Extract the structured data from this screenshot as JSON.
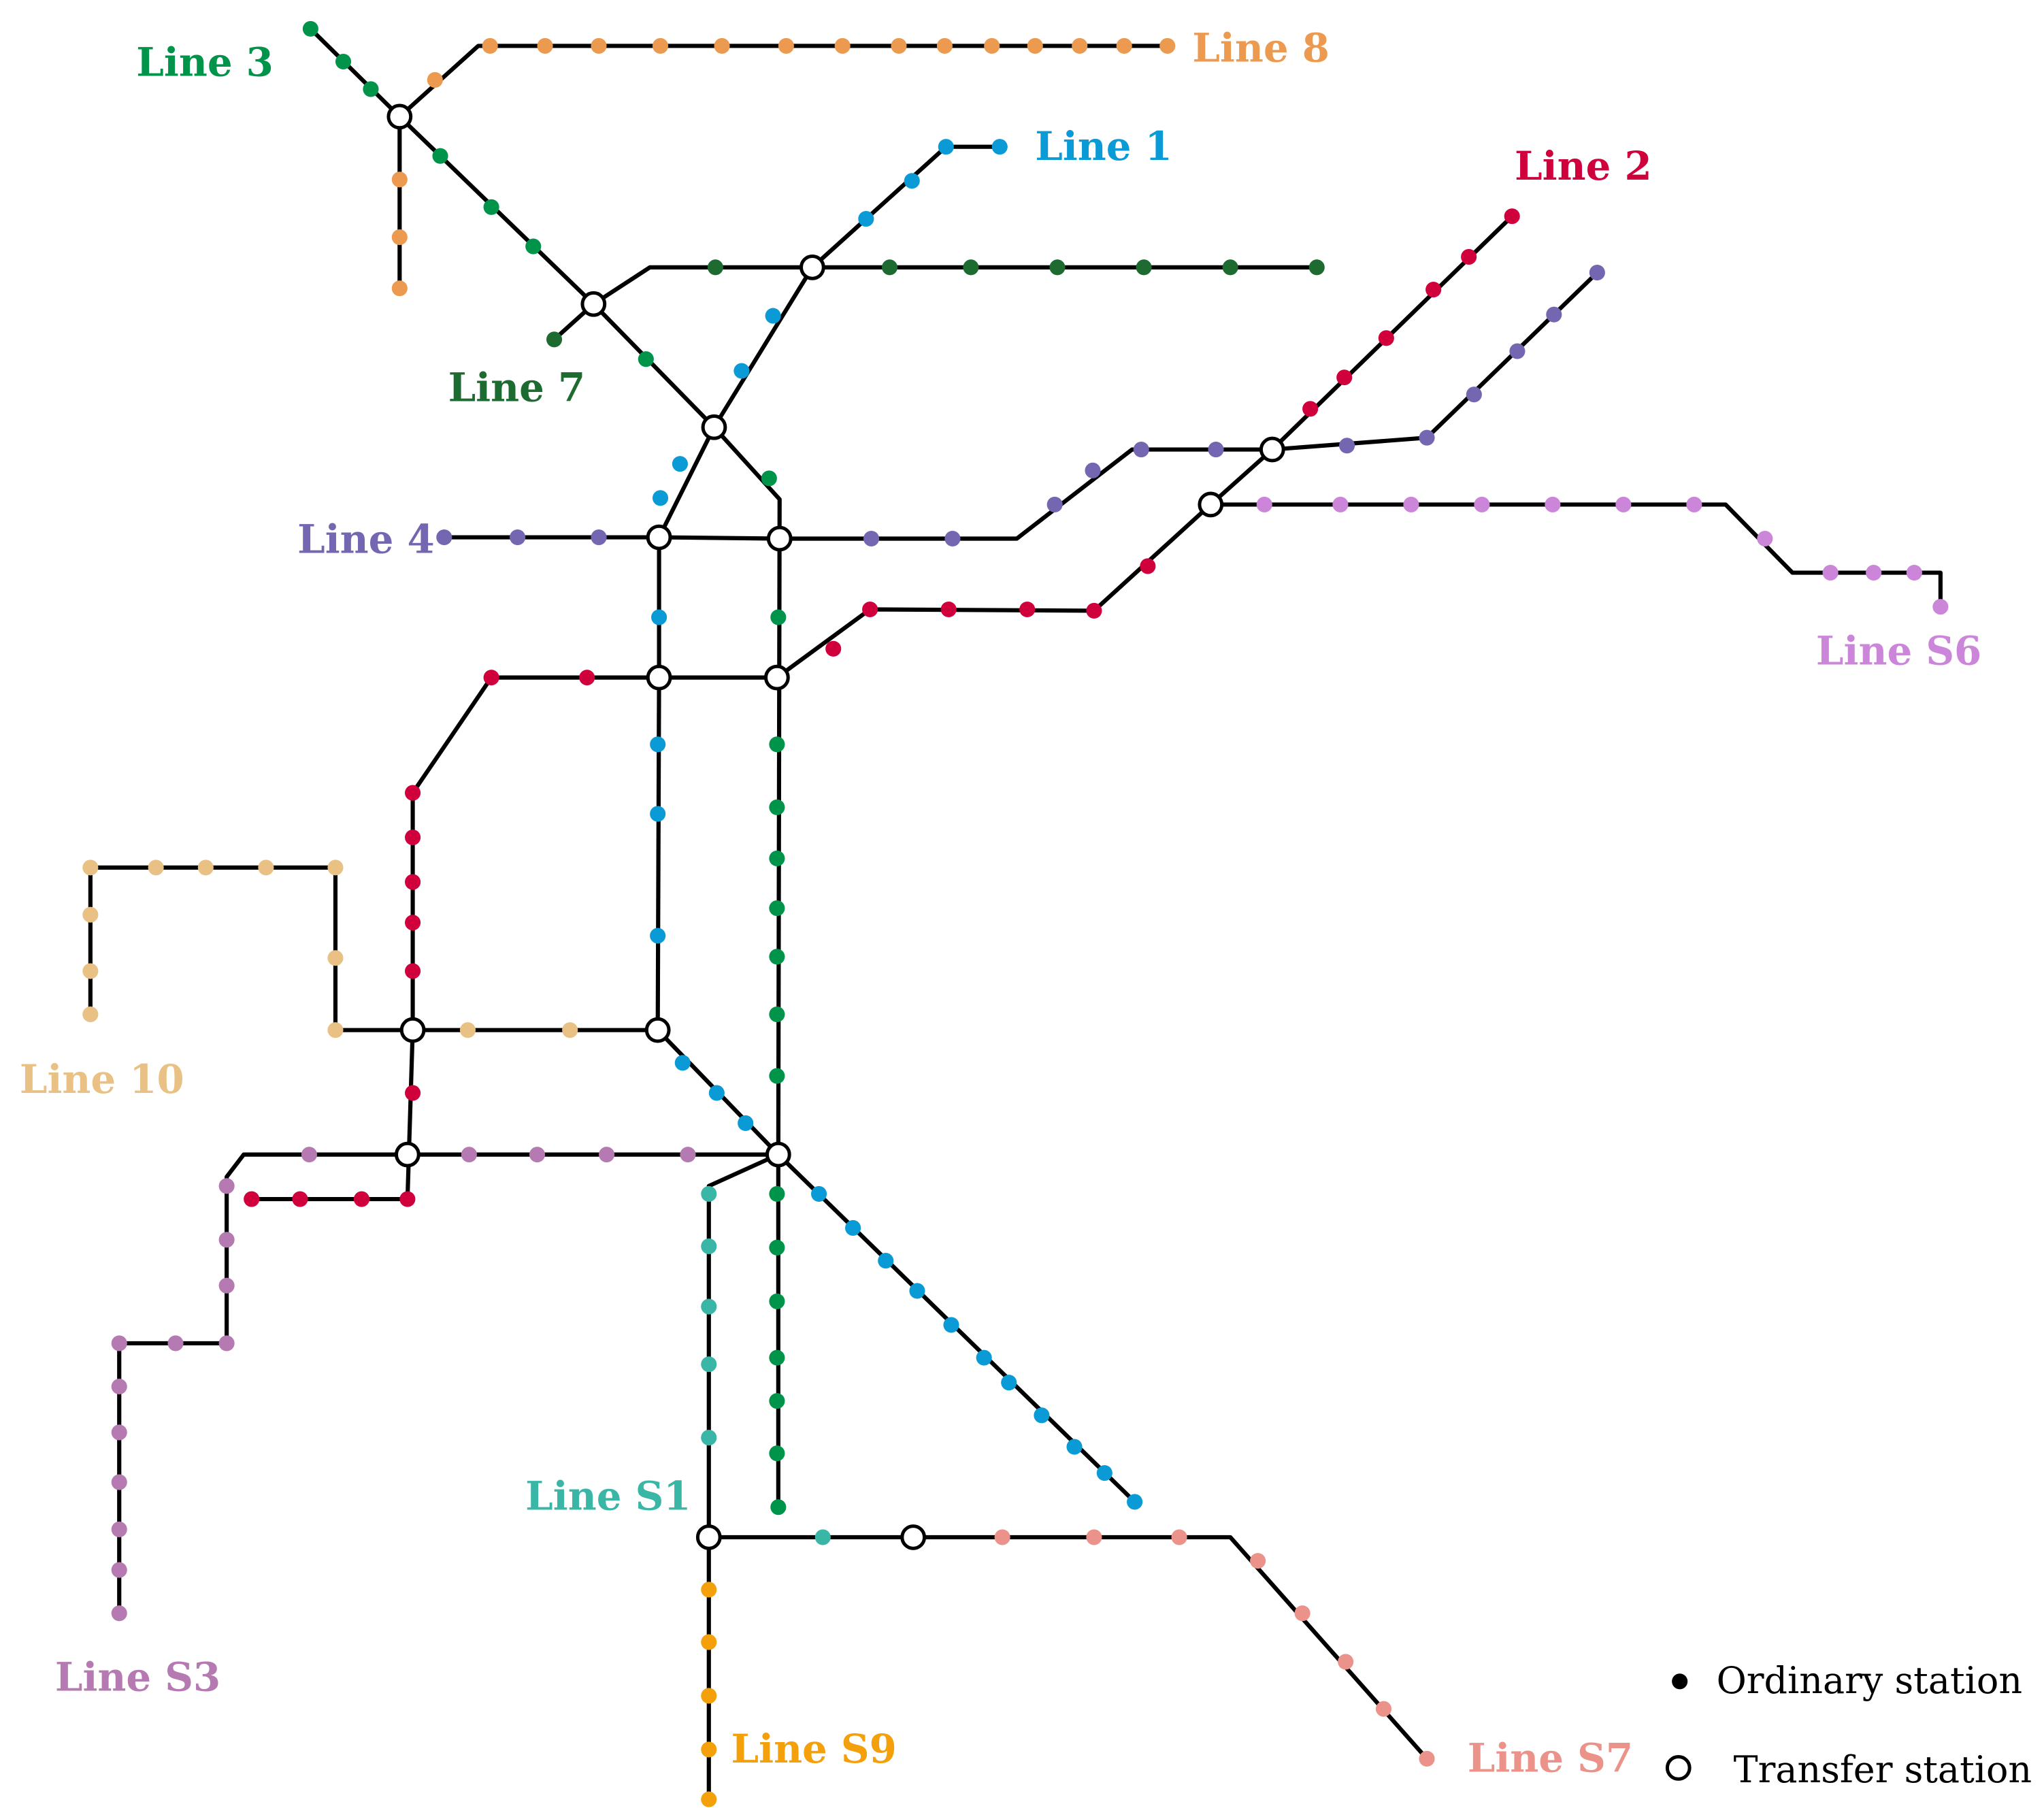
{
  "lines": [
    {
      "id": "line-1",
      "label": "Line 1",
      "color": "#0a9ad6",
      "path": [
        [
          763,
          112
        ],
        [
          722,
          112
        ],
        [
          620,
          204
        ],
        [
          545,
          326
        ],
        [
          503,
          410
        ],
        [
          503,
          517
        ],
        [
          502,
          786
        ],
        [
          594,
          881
        ],
        [
          866,
          1146
        ]
      ],
      "stations": [
        [
          763,
          112
        ],
        [
          722,
          112
        ],
        [
          696,
          138
        ],
        [
          661,
          167
        ],
        [
          590,
          241
        ],
        [
          566,
          283
        ],
        [
          519,
          354
        ],
        [
          504,
          380
        ],
        [
          503,
          471
        ],
        [
          502,
          568
        ],
        [
          502,
          621
        ],
        [
          502,
          714
        ],
        [
          521,
          811
        ],
        [
          547,
          834
        ],
        [
          569,
          857
        ],
        [
          625,
          911
        ],
        [
          651,
          937
        ],
        [
          676,
          962
        ],
        [
          700,
          985
        ],
        [
          726,
          1011
        ],
        [
          751,
          1036
        ],
        [
          770,
          1055
        ],
        [
          795,
          1080
        ],
        [
          820,
          1104
        ],
        [
          843,
          1124
        ],
        [
          866,
          1146
        ]
      ]
    },
    {
      "id": "line-2",
      "label": "Line 2",
      "color": "#d0003d",
      "path": [
        [
          1154,
          165
        ],
        [
          971,
          343
        ],
        [
          924,
          385
        ],
        [
          835,
          466
        ],
        [
          664,
          465
        ],
        [
          593,
          517
        ],
        [
          375,
          517
        ],
        [
          315,
          605
        ],
        [
          315,
          786
        ],
        [
          311,
          915
        ],
        [
          192,
          915
        ]
      ],
      "stations": [
        [
          1154,
          165
        ],
        [
          1121,
          196
        ],
        [
          1094,
          221
        ],
        [
          1058,
          258
        ],
        [
          1026,
          288
        ],
        [
          1000,
          312
        ],
        [
          876,
          432
        ],
        [
          835,
          466
        ],
        [
          784,
          465
        ],
        [
          724,
          465
        ],
        [
          664,
          465
        ],
        [
          636,
          495
        ],
        [
          448,
          517
        ],
        [
          375,
          517
        ],
        [
          315,
          605
        ],
        [
          315,
          639
        ],
        [
          315,
          673
        ],
        [
          315,
          704
        ],
        [
          315,
          741
        ],
        [
          315,
          834
        ],
        [
          311,
          915
        ],
        [
          276,
          915
        ],
        [
          229,
          915
        ],
        [
          192,
          915
        ]
      ]
    },
    {
      "id": "line-3",
      "label": "Line 3",
      "color": "#00944a",
      "path": [
        [
          237,
          22
        ],
        [
          305,
          89
        ],
        [
          453,
          232
        ],
        [
          545,
          326
        ],
        [
          595,
          381
        ],
        [
          594,
          881
        ],
        [
          594,
          1150
        ]
      ],
      "stations": [
        [
          237,
          22
        ],
        [
          262,
          47
        ],
        [
          283,
          68
        ],
        [
          336,
          119
        ],
        [
          375,
          158
        ],
        [
          407,
          188
        ],
        [
          493,
          274
        ],
        [
          587,
          365
        ],
        [
          594,
          471
        ],
        [
          593,
          568
        ],
        [
          593,
          616
        ],
        [
          593,
          655
        ],
        [
          593,
          693
        ],
        [
          593,
          730
        ],
        [
          593,
          774
        ],
        [
          593,
          821
        ],
        [
          593,
          911
        ],
        [
          593,
          952
        ],
        [
          593,
          993
        ],
        [
          593,
          1036
        ],
        [
          593,
          1069
        ],
        [
          593,
          1109
        ],
        [
          594,
          1150
        ]
      ]
    },
    {
      "id": "line-4",
      "label": "Line 4",
      "color": "#7566b1",
      "path": [
        [
          339,
          410
        ],
        [
          503,
          410
        ],
        [
          595,
          411
        ],
        [
          776,
          411
        ],
        [
          864,
          343
        ],
        [
          971,
          343
        ],
        [
          1089,
          334
        ],
        [
          1219,
          208
        ]
      ],
      "stations": [
        [
          339,
          410
        ],
        [
          395,
          410
        ],
        [
          457,
          410
        ],
        [
          665,
          411
        ],
        [
          727,
          411
        ],
        [
          805,
          385
        ],
        [
          834,
          359
        ],
        [
          871,
          343
        ],
        [
          928,
          343
        ],
        [
          1028,
          340
        ],
        [
          1089,
          334
        ],
        [
          1125,
          301
        ],
        [
          1158,
          268
        ],
        [
          1186,
          240
        ],
        [
          1219,
          208
        ]
      ]
    },
    {
      "id": "line-7",
      "label": "Line 7",
      "color": "#1e6b32",
      "path": [
        [
          423,
          259
        ],
        [
          453,
          232
        ],
        [
          496,
          204
        ],
        [
          620,
          204
        ],
        [
          1005,
          204
        ]
      ],
      "stations": [
        [
          423,
          259
        ],
        [
          546,
          204
        ],
        [
          679,
          204
        ],
        [
          741,
          204
        ],
        [
          807,
          204
        ],
        [
          873,
          204
        ],
        [
          939,
          204
        ],
        [
          1005,
          204
        ]
      ]
    },
    {
      "id": "line-8",
      "label": "Line 8",
      "color": "#ec9a50",
      "path": [
        [
          305,
          220
        ],
        [
          305,
          89
        ],
        [
          365,
          35
        ],
        [
          891,
          35
        ]
      ],
      "stations": [
        [
          305,
          220
        ],
        [
          305,
          181
        ],
        [
          305,
          137
        ],
        [
          332,
          61
        ],
        [
          374,
          35
        ],
        [
          416,
          35
        ],
        [
          457,
          35
        ],
        [
          504,
          35
        ],
        [
          551,
          35
        ],
        [
          600,
          35
        ],
        [
          643,
          35
        ],
        [
          686,
          35
        ],
        [
          721,
          35
        ],
        [
          757,
          35
        ],
        [
          790,
          35
        ],
        [
          824,
          35
        ],
        [
          858,
          35
        ],
        [
          891,
          35
        ]
      ]
    },
    {
      "id": "line-10",
      "label": "Line 10",
      "color": "#e9c184",
      "path": [
        [
          69,
          774
        ],
        [
          69,
          662
        ],
        [
          256,
          662
        ],
        [
          256,
          786
        ],
        [
          315,
          786
        ],
        [
          502,
          786
        ]
      ],
      "stations": [
        [
          69,
          774
        ],
        [
          69,
          741
        ],
        [
          69,
          698
        ],
        [
          69,
          662
        ],
        [
          119,
          662
        ],
        [
          157,
          662
        ],
        [
          203,
          662
        ],
        [
          256,
          662
        ],
        [
          256,
          731
        ],
        [
          256,
          786
        ],
        [
          357,
          786
        ],
        [
          435,
          786
        ]
      ]
    },
    {
      "id": "line-s1",
      "label": "Line S1",
      "color": "#3ab6a6",
      "path": [
        [
          594,
          881
        ],
        [
          541,
          905
        ],
        [
          541,
          1173
        ],
        [
          697,
          1173
        ]
      ],
      "stations": [
        [
          541,
          911
        ],
        [
          541,
          951
        ],
        [
          541,
          997
        ],
        [
          541,
          1041
        ],
        [
          541,
          1097
        ],
        [
          628,
          1173
        ]
      ]
    },
    {
      "id": "line-s3",
      "label": "Line S3",
      "color": "#b57ab1",
      "path": [
        [
          594,
          881
        ],
        [
          186,
          881
        ],
        [
          173,
          898
        ],
        [
          173,
          1025
        ],
        [
          91,
          1025
        ],
        [
          91,
          1231
        ]
      ],
      "stations": [
        [
          525,
          881
        ],
        [
          463,
          881
        ],
        [
          410,
          881
        ],
        [
          358,
          881
        ],
        [
          236,
          881
        ],
        [
          173,
          905
        ],
        [
          173,
          946
        ],
        [
          173,
          981
        ],
        [
          173,
          1025
        ],
        [
          134,
          1025
        ],
        [
          91,
          1025
        ],
        [
          91,
          1058
        ],
        [
          91,
          1093
        ],
        [
          91,
          1131
        ],
        [
          91,
          1167
        ],
        [
          91,
          1198
        ],
        [
          91,
          1231
        ]
      ]
    },
    {
      "id": "line-s6",
      "label": "Line S6",
      "color": "#cc86d9",
      "path": [
        [
          924,
          385
        ],
        [
          1317,
          385
        ],
        [
          1368,
          437
        ],
        [
          1481,
          437
        ],
        [
          1481,
          463
        ]
      ],
      "stations": [
        [
          965,
          385
        ],
        [
          1023,
          385
        ],
        [
          1077,
          385
        ],
        [
          1131,
          385
        ],
        [
          1185,
          385
        ],
        [
          1239,
          385
        ],
        [
          1293,
          385
        ],
        [
          1347,
          411
        ],
        [
          1397,
          437
        ],
        [
          1430,
          437
        ],
        [
          1461,
          437
        ],
        [
          1481,
          463
        ]
      ]
    },
    {
      "id": "line-s7",
      "label": "Line S7",
      "color": "#eb938a",
      "path": [
        [
          697,
          1173
        ],
        [
          939,
          1173
        ],
        [
          1089,
          1342
        ]
      ],
      "stations": [
        [
          765,
          1173
        ],
        [
          835,
          1173
        ],
        [
          900,
          1173
        ],
        [
          960,
          1191
        ],
        [
          994,
          1231
        ],
        [
          1027,
          1268
        ],
        [
          1056,
          1304
        ],
        [
          1089,
          1342
        ]
      ]
    },
    {
      "id": "line-s9",
      "label": "Line S9",
      "color": "#f4a00b",
      "path": [
        [
          541,
          1173
        ],
        [
          541,
          1373
        ]
      ],
      "stations": [
        [
          541,
          1213
        ],
        [
          541,
          1253
        ],
        [
          541,
          1294
        ],
        [
          541,
          1335
        ],
        [
          541,
          1373
        ]
      ]
    }
  ],
  "transfer_stations": [
    [
      305,
      89
    ],
    [
      453,
      232
    ],
    [
      620,
      204
    ],
    [
      545,
      326
    ],
    [
      503,
      410
    ],
    [
      595,
      411
    ],
    [
      503,
      517
    ],
    [
      593,
      517
    ],
    [
      502,
      786
    ],
    [
      315,
      786
    ],
    [
      311,
      881
    ],
    [
      594,
      881
    ],
    [
      971,
      343
    ],
    [
      924,
      385
    ],
    [
      541,
      1173
    ],
    [
      697,
      1173
    ]
  ],
  "legend": {
    "ordinary": "Ordinary station",
    "transfer": "Transfer station"
  }
}
